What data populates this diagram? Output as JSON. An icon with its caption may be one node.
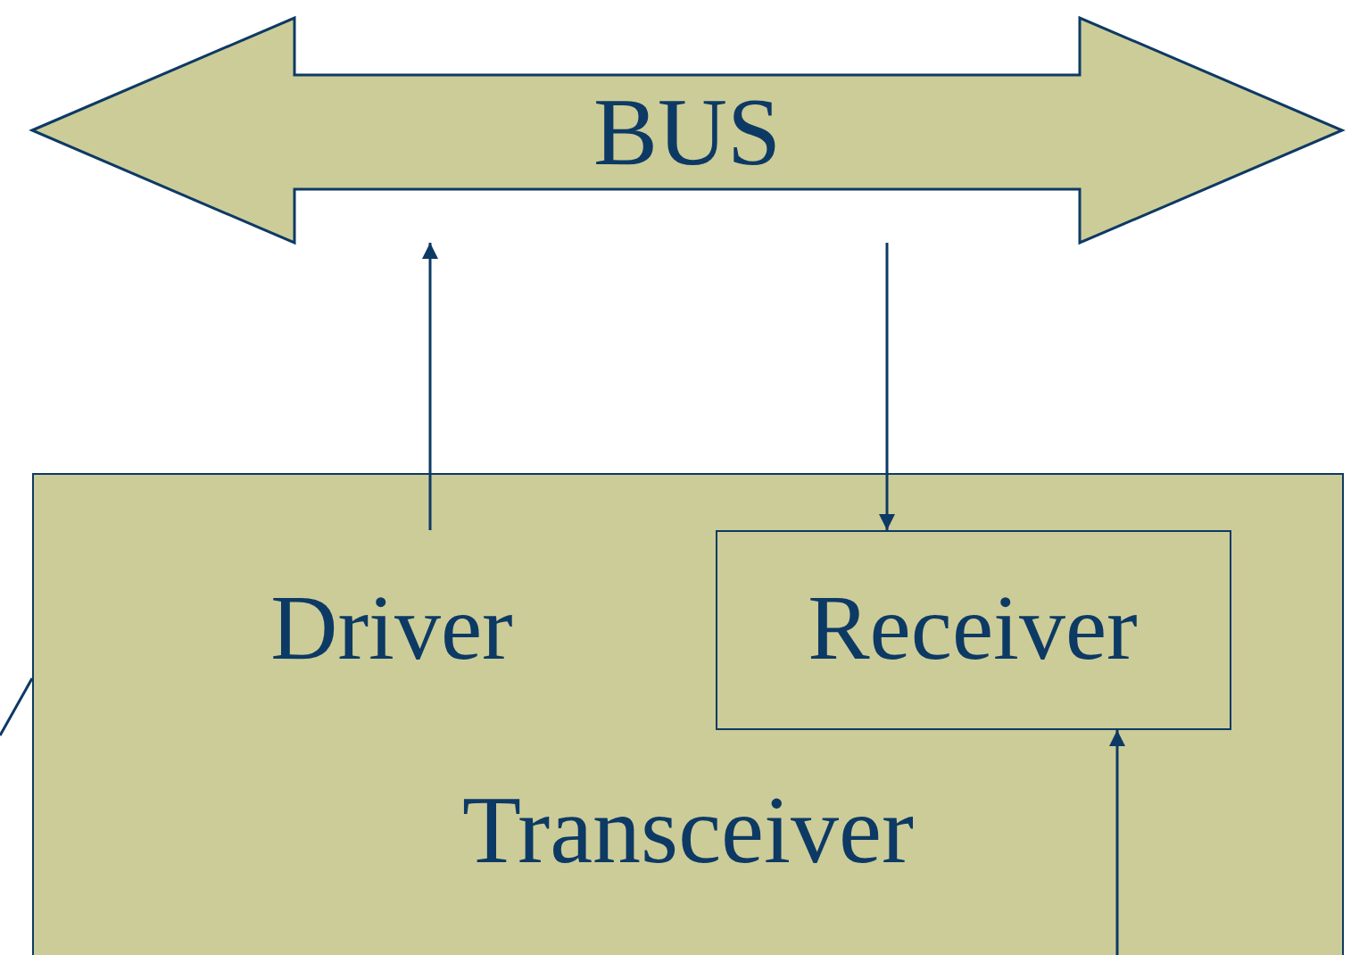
{
  "diagram": {
    "nodes": [
      {
        "text": [
          "BUS"
        ]
      },
      {
        "text": [
          "Transceiver"
        ]
      },
      {
        "text": [
          "Driver"
        ],
        "in": 1
      },
      {
        "text": [
          "Receiver"
        ],
        "in": 1
      }
    ],
    "edges": [
      {
        "from": 2,
        "to": 0,
        "arrow": "to"
      },
      {
        "from": 0,
        "to": 3,
        "arrow": "to"
      },
      {
        "from": null,
        "to": 3,
        "arrow": "to"
      },
      {
        "from": null,
        "to": 1,
        "arrow": "none"
      }
    ]
  }
}
